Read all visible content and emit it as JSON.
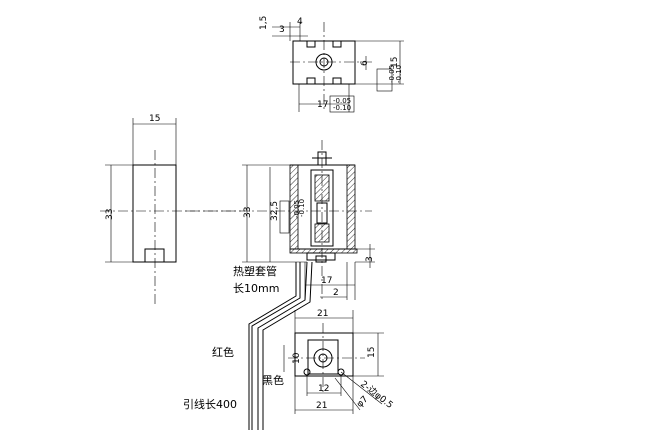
{
  "top_view": {
    "dims": {
      "d1_5": "1,5",
      "d4": "4",
      "d3": "3",
      "d6": "6",
      "d15": "15",
      "d17": "17",
      "tol_top": "-0.05",
      "tol_bot": "-0.10",
      "tol2_top": "-0.05",
      "tol2_bot": "-0.10"
    }
  },
  "side_view": {
    "dims": {
      "width": "15",
      "height": "33"
    }
  },
  "front_view": {
    "dims": {
      "height": "33",
      "inner_height": "32,5",
      "tol_top": "-0.05",
      "tol_bot": "-0.10",
      "d3": "3",
      "d17": "17",
      "d2": "2",
      "d21": "21"
    }
  },
  "bottom_view": {
    "dims": {
      "d10": "10",
      "d15": "15",
      "d12": "12",
      "d21": "21",
      "hole_note": "2-边φ0.5",
      "phi7": "φ7"
    }
  },
  "labels": {
    "heat_shrink": "热塑套管",
    "length_10mm": "长10mm",
    "red": "红色",
    "black": "黑色",
    "lead_length": "引线长400"
  }
}
